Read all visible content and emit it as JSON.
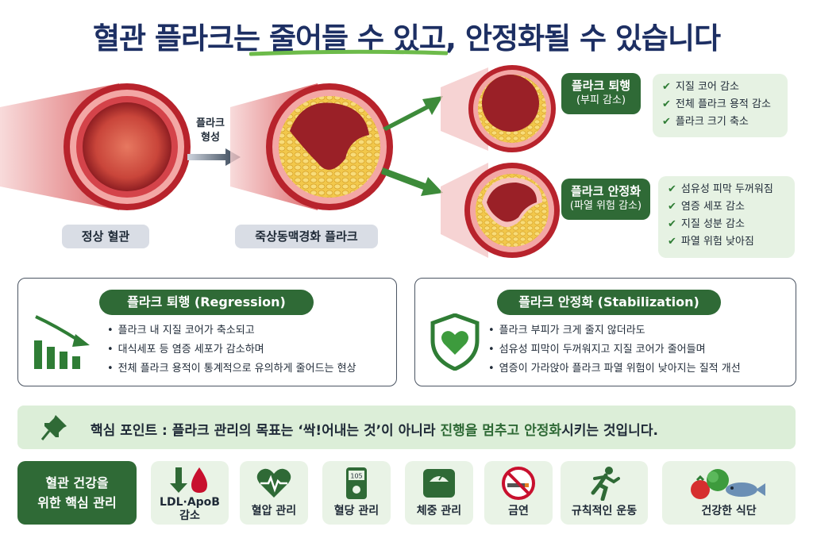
{
  "title": {
    "part1": "혈관 플라크는 ",
    "highlight": "줄어들 수 있고",
    "part2": ", 안정화될 수 있습니다"
  },
  "diagram": {
    "normal_label": "정상 혈관",
    "plaque_label": "죽상동맥경화 플라크",
    "arrow_label_line1": "플라크",
    "arrow_label_line2": "형성",
    "regression": {
      "label": "플라크 퇴행",
      "sub": "(부피 감소)",
      "checks": [
        "지질 코어 감소",
        "전체 플라크 용적 감소",
        "플라크 크기 축소"
      ]
    },
    "stabilization": {
      "label": "플라크 안정화",
      "sub": "(파열 위험 감소)",
      "checks": [
        "섬유성 피막 두꺼워짐",
        "염증 세포 감소",
        "지질 성분 감소",
        "파열 위험 낮아짐"
      ]
    }
  },
  "panels": {
    "regression": {
      "title": "플라크 퇴행 (Regression)",
      "bullets": [
        "플라크 내 지질 코어가 축소되고",
        "대식세포 등 염증 세포가 감소하며",
        "전체 플라크 용적이 통계적으로 유의하게 줄어드는 현상"
      ]
    },
    "stabilization": {
      "title": "플라크 안정화 (Stabilization)",
      "bullets": [
        "플라크 부피가 크게 줄지 않더라도",
        "섬유성 피막이 두꺼워지고 지질 코어가 줄어들며",
        "염증이 가라앉아 플라크 파열 위험이 낮아지는 질적 개선"
      ]
    }
  },
  "key_point": {
    "prefix": "핵심 포인트 : 플라크 관리의 목표는 ‘싹!어내는 것’이 아니라 ",
    "hl1": "진행을 멈추고",
    "middle": " ",
    "hl2": "안정화",
    "suffix": "시키는 것입니다."
  },
  "care": {
    "title_line1": "혈관 건강을",
    "title_line2": "위한 핵심 관리",
    "items": [
      {
        "icon": "down-arrow-blood-drop-icon",
        "line1": "LDL·ApoB",
        "line2": "감소"
      },
      {
        "icon": "heart-pulse-icon",
        "line1": "혈압 관리",
        "line2": ""
      },
      {
        "icon": "glucose-meter-icon",
        "line1": "혈당 관리",
        "line2": "",
        "meter_value": "105"
      },
      {
        "icon": "scale-icon",
        "line1": "체중 관리",
        "line2": ""
      },
      {
        "icon": "no-smoking-icon",
        "line1": "금연",
        "line2": ""
      },
      {
        "icon": "running-person-icon",
        "line1": "규칙적인 운동",
        "line2": ""
      },
      {
        "icon": "vegetables-fish-icon",
        "line1": "건강한 식단",
        "line2": ""
      }
    ]
  },
  "colors": {
    "navy": "#1d2f63",
    "green_dark": "#2f6a36",
    "green_light": "#dceed8",
    "vessel_red": "#c9303a",
    "plaque_yellow": "#f2c84b"
  }
}
